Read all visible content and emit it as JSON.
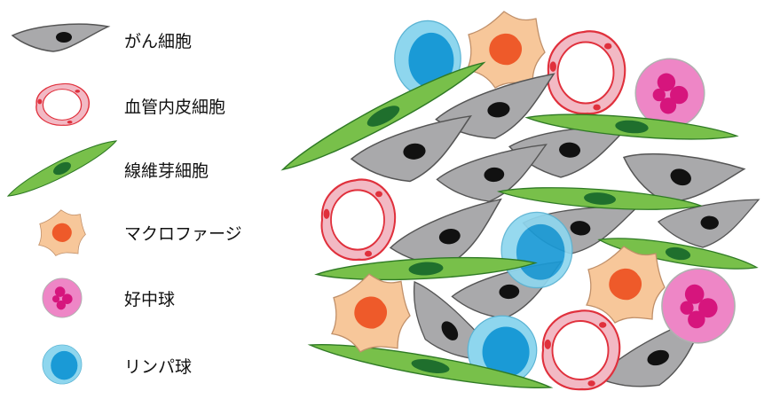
{
  "legend": {
    "items": [
      {
        "key": "cancer",
        "label": "がん細胞",
        "icon": "cancer-cell-icon"
      },
      {
        "key": "endo",
        "label": "血管内皮細胞",
        "icon": "endothelial-cell-icon"
      },
      {
        "key": "fibro",
        "label": "線維芽細胞",
        "icon": "fibroblast-icon"
      },
      {
        "key": "macro",
        "label": "マクロファージ",
        "icon": "macrophage-icon"
      },
      {
        "key": "neutro",
        "label": "好中球",
        "icon": "neutrophil-icon"
      },
      {
        "key": "lympho",
        "label": "リンパ球",
        "icon": "lymphocyte-icon"
      }
    ]
  },
  "colors": {
    "cancer_fill": "#a9a9ab",
    "cancer_stroke": "#555555",
    "nucleus_dark": "#111111",
    "endo_fill": "#f2b9c4",
    "endo_stroke": "#e0303c",
    "fibro_fill": "#78c04a",
    "fibro_stroke": "#2f7a25",
    "fibro_nucleus": "#1f6f2d",
    "macro_fill": "#f7c79a",
    "macro_stroke": "#c0906a",
    "macro_nucleus": "#ee5a2a",
    "neutro_fill": "#ee86c6",
    "neutro_stroke": "#b0b0b0",
    "neutro_nucleus": "#d6157d",
    "lympho_outer": "#8ed6ee",
    "lympho_inner": "#1a9ad6"
  }
}
